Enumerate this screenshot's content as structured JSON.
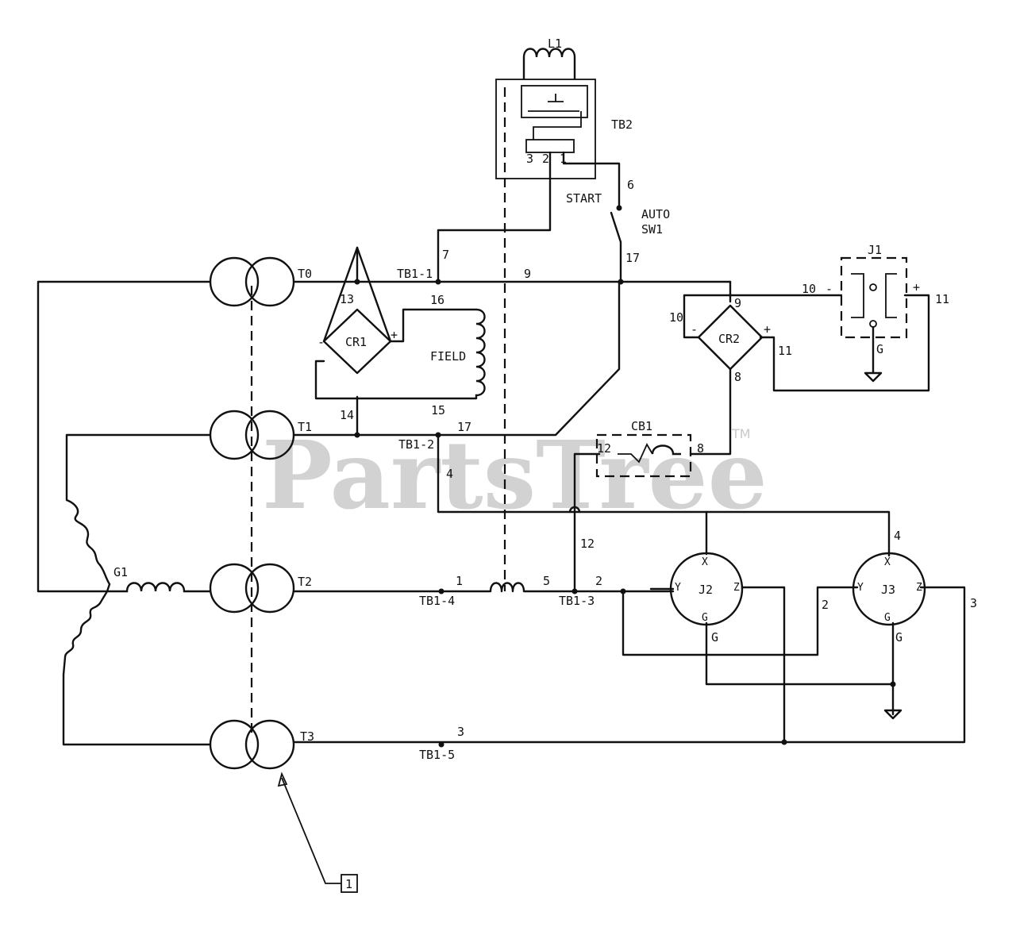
{
  "watermark": {
    "brand": "PartsTree",
    "trademark": "TM"
  },
  "labels": {
    "l1": "L1",
    "tb2": "TB2",
    "tb2_term3": "3",
    "tb2_term2": "2",
    "tb2_term1": "1",
    "wire6": "6",
    "start": "START",
    "auto": "AUTO",
    "sw1": "SW1",
    "wire17_top": "17",
    "wire7": "7",
    "t0": "T0",
    "tb1_1": "TB1-1",
    "wire9": "9",
    "wire13": "13",
    "wire16": "16",
    "cr1": "CR1",
    "field": "FIELD",
    "minus1": "-",
    "plus1": "+",
    "wire14": "14",
    "wire15": "15",
    "j1": "J1",
    "wire10_j1": "10",
    "j1_minus": "-",
    "j1_plus": "+",
    "wire11_j1": "11",
    "j1_g": "G",
    "wire9_cr2": "9",
    "wire10_cr2": "10",
    "cr2": "CR2",
    "cr2_minus": "-",
    "cr2_plus": "+",
    "wire11_cr2": "11",
    "wire8_cr2": "8",
    "t1": "T1",
    "tb1_2": "TB1-2",
    "wire17_mid": "17",
    "cb1": "CB1",
    "wire12_cb1": "12",
    "wire8_cb1": "8",
    "wire4_left": "4",
    "wire12_vert": "12",
    "wire4_right": "4",
    "g1": "G1",
    "t2": "T2",
    "wire1": "1",
    "tb1_4": "TB1-4",
    "wire5": "5",
    "wire2": "2",
    "tb1_3": "TB1-3",
    "j2": "J2",
    "j2_x": "X",
    "j2_y": "Y",
    "j2_z": "Z",
    "j2_g": "G",
    "j2_g_out": "G",
    "j3": "J3",
    "j3_x": "X",
    "j3_y": "Y",
    "j3_z": "Z",
    "j3_g": "G",
    "j3_g_out": "G",
    "wire2_j3": "2",
    "wire3_right": "3",
    "t3": "T3",
    "wire3": "3",
    "tb1_5": "TB1-5",
    "callout": "1"
  },
  "colors": {
    "ink": "#111111",
    "watermark": "#c8c8c8",
    "background": "#ffffff"
  }
}
